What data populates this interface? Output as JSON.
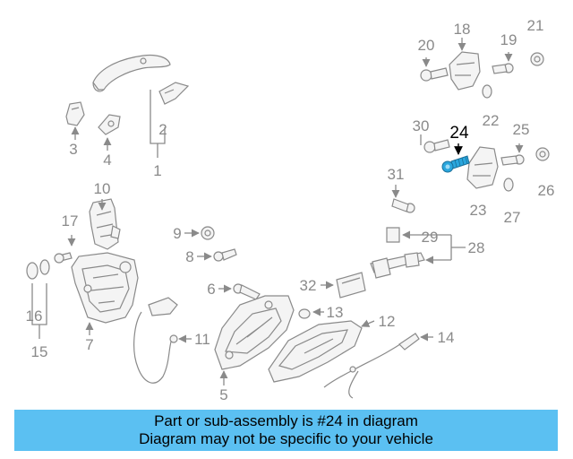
{
  "banner": {
    "line1": "Part or sub-assembly is #24 in diagram",
    "line2": "Diagram may not be specific to your vehicle"
  },
  "highlight": {
    "part_number": "24",
    "color": "#2aa7de"
  },
  "colors": {
    "banner_bg": "#5bc0f2",
    "part_line": "#8a8a8a"
  },
  "callouts": {
    "n1": "1",
    "n2": "2",
    "n3": "3",
    "n4": "4",
    "n5": "5",
    "n6": "6",
    "n7": "7",
    "n8": "8",
    "n9": "9",
    "n10": "10",
    "n11": "11",
    "n12": "12",
    "n13": "13",
    "n14": "14",
    "n15": "15",
    "n16": "16",
    "n17": "17",
    "n18": "18",
    "n19": "19",
    "n20": "20",
    "n21": "21",
    "n22": "22",
    "n23": "23",
    "n25": "25",
    "n26": "26",
    "n27": "27",
    "n28": "28",
    "n29": "29",
    "n30": "30",
    "n31": "31",
    "n32": "32"
  }
}
